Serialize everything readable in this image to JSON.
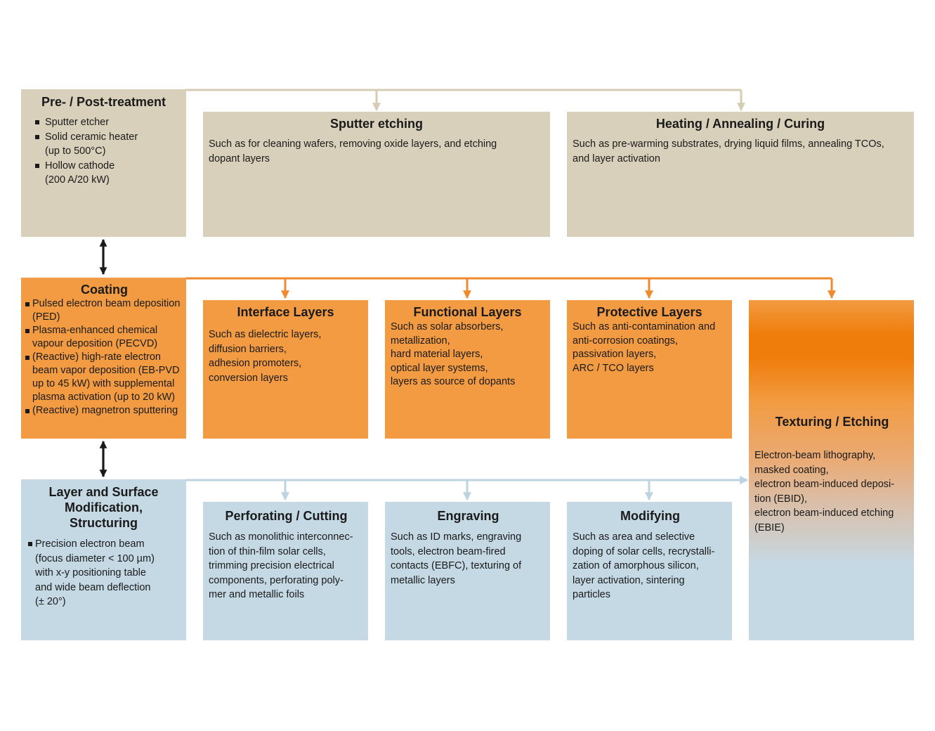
{
  "colors": {
    "beige": "#d9d0bb",
    "orange": "#f29b42",
    "orange_dark": "#ef7d0b",
    "blue": "#c5d9e5",
    "beige_line": "#d6ccb6",
    "orange_line": "#ef8a2e",
    "blue_line": "#bed3e0",
    "arrow_dark": "#1a1a1a"
  },
  "pretreatment": {
    "title": "Pre- / Post-treatment",
    "items": [
      "Sputter etcher",
      "Solid ceramic heater\n(up to 500°C)",
      "Hollow cathode\n(200 A/20 kW)"
    ]
  },
  "sputter_etching": {
    "title": "Sputter etching",
    "desc": "Such as for cleaning wafers, removing oxide layers, and etching\ndopant layers"
  },
  "heating": {
    "title": "Heating / Annealing / Curing",
    "desc": "Such as pre-warming substrates, drying liquid films, annealing TCOs,\nand layer activation"
  },
  "coating": {
    "title": "Coating",
    "items": [
      "Pulsed electron beam deposition\n(PED)",
      "Plasma-enhanced chemical\nvapour deposition (PECVD)",
      "(Reactive) high-rate electron\nbeam vapor deposition (EB-PVD\nup to 45 kW) with supplemental\nplasma activation (up to 20 kW)",
      "(Reactive) magnetron sputtering"
    ]
  },
  "interface_layers": {
    "title": "Interface Layers",
    "desc": "Such as dielectric layers,\ndiffusion barriers,\nadhesion promoters,\nconversion layers"
  },
  "functional_layers": {
    "title": "Functional Layers",
    "desc": "Such as solar absorbers,\nmetallization,\nhard material layers,\noptical layer systems,\nlayers as source of dopants"
  },
  "protective_layers": {
    "title": "Protective Layers",
    "desc": "Such as anti-contamination and\nanti-corrosion coatings,\npassivation layers,\nARC / TCO layers"
  },
  "texturing": {
    "title": "Texturing / Etching",
    "desc": "Electron-beam lithography,\nmasked coating,\nelectron beam-induced deposi-\ntion (EBID),\nelectron beam-induced etching\n(EBIE)"
  },
  "modification": {
    "title": "Layer and Surface\nModification,\nStructuring",
    "items": [
      "Precision electron beam\n(focus diameter < 100 µm)\nwith x-y positioning table\nand wide beam deflection\n(± 20°)"
    ]
  },
  "perforating": {
    "title": "Perforating / Cutting",
    "desc": "Such as monolithic interconnec-\ntion of thin-film solar cells,\ntrimming precision electrical\ncomponents, perforating poly-\nmer and metallic foils"
  },
  "engraving": {
    "title": "Engraving",
    "desc": "Such as ID marks, engraving\ntools, electron beam-fired\ncontacts (EBFC), texturing of\nmetallic layers"
  },
  "modifying": {
    "title": "Modifying",
    "desc": "Such as area and selective\ndoping of solar cells, recrystalli-\nzation of amorphous silicon,\nlayer activation, sintering\nparticles"
  }
}
